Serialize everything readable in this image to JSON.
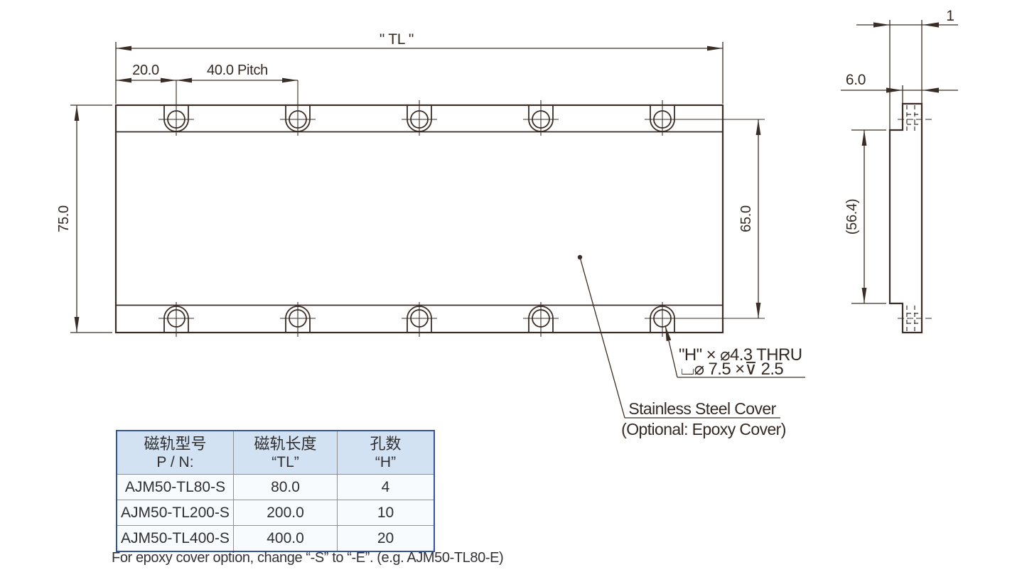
{
  "drawing": {
    "dims": {
      "tl": "\" TL \"",
      "d20": "20.0",
      "d40": "40.0 Pitch",
      "d75": "75.0",
      "d65": "65.0",
      "d564": "(56.4)",
      "d6": "6.0",
      "d1": "1"
    },
    "hole_callout": {
      "line1": "\"H\" × ⌀4.3 THRU",
      "line2": "⌴⌀ 7.5 ×⊽ 2.5"
    },
    "cover_label": {
      "line1": "Stainless Steel Cover",
      "line2": "(Optional: Epoxy Cover)"
    }
  },
  "table": {
    "headers": [
      {
        "line1": "磁轨型号",
        "line2": "P / N:"
      },
      {
        "line1": "磁轨长度",
        "line2": "“TL”"
      },
      {
        "line1": "孔数",
        "line2": "“H”"
      }
    ],
    "rows": [
      [
        "AJM50-TL80-S",
        "80.0",
        "4"
      ],
      [
        "AJM50-TL200-S",
        "200.0",
        "10"
      ],
      [
        "AJM50-TL400-S",
        "400.0",
        "20"
      ]
    ]
  },
  "note": "For epoxy cover option, change “-S” to “-E”.  (e.g. AJM50-TL80-E)",
  "colors": {
    "line": "#3a2d26",
    "table_border": "#35539b",
    "table_header_bg": "#d3e2f3",
    "table_body_bg": "#f8fbfe"
  }
}
